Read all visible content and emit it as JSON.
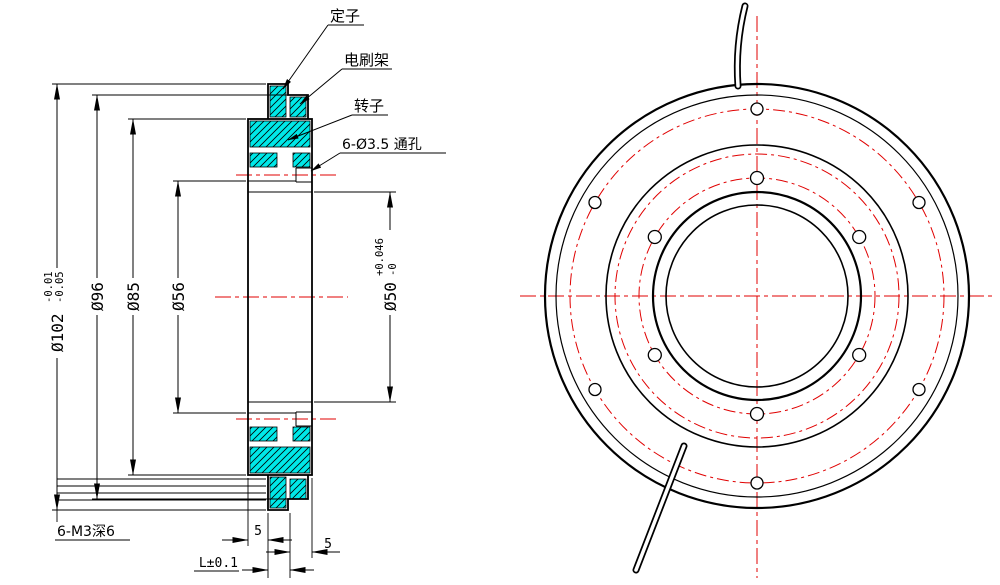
{
  "colors": {
    "outline": "#000000",
    "centerline": "#e00000",
    "hatch_fill": "#00e8e8",
    "background": "#ffffff"
  },
  "section_view": {
    "callouts": {
      "stator": "定子",
      "brush_holder": "电刷架",
      "rotor": "转子",
      "through_holes": "6-Ø3.5 通孔"
    },
    "dimensions": {
      "outer_diameter": {
        "nominal": "Ø102",
        "upper_tol": "-0.01",
        "lower_tol": "-0.05"
      },
      "diameter_96": "Ø96",
      "diameter_85": "Ø85",
      "diameter_56": "Ø56",
      "bore": {
        "nominal": "Ø50",
        "upper_tol": "+0.046",
        "lower_tol": "-0"
      },
      "tapped_holes": "6-M3深6",
      "left_width": "5",
      "length": "L±0.1",
      "right_width": "5"
    }
  },
  "front_view": {
    "outer_hole_count": 6,
    "inner_hole_count": 6
  }
}
